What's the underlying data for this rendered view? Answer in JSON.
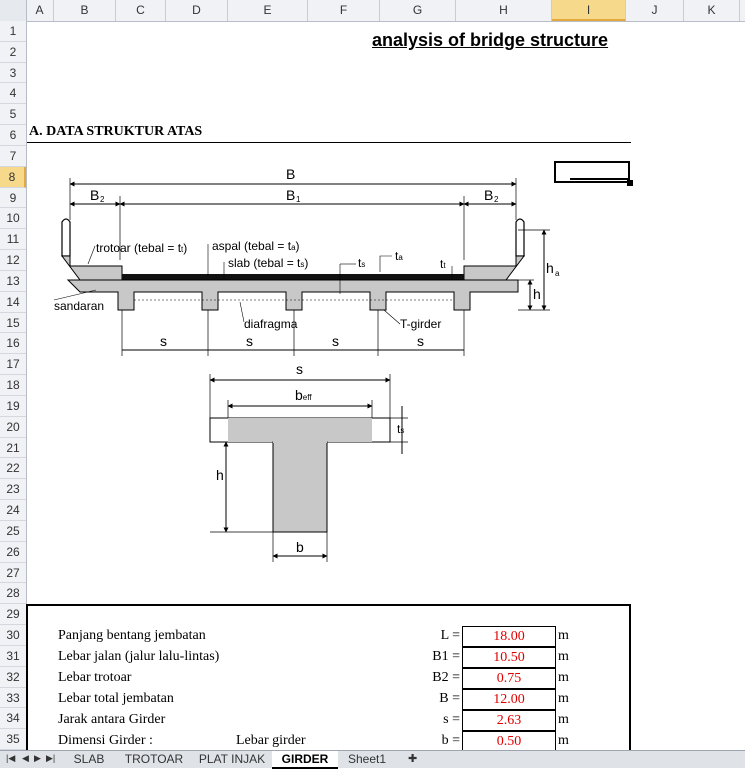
{
  "columns": [
    "A",
    "B",
    "C",
    "D",
    "E",
    "F",
    "G",
    "H",
    "I",
    "J",
    "K"
  ],
  "selected_column": "I",
  "rows": [
    "1",
    "2",
    "3",
    "4",
    "5",
    "6",
    "7",
    "8",
    "9",
    "10",
    "11",
    "12",
    "13",
    "14",
    "15",
    "16",
    "17",
    "18",
    "19",
    "20",
    "21",
    "22",
    "23",
    "24",
    "25",
    "26",
    "27",
    "28",
    "29",
    "30",
    "31",
    "32",
    "33",
    "34",
    "35"
  ],
  "selected_row": "8",
  "sheet": {
    "title": "analysis of bridge structure",
    "section_heading": "A. DATA STRUKTUR ATAS"
  },
  "diagram_labels": {
    "B": "B",
    "B1": "B",
    "B1_sub": "1",
    "B2_left": "B",
    "B2_right": "B",
    "B2_sub": "2",
    "trotoar": "trotoar (tebal = t",
    "trotoar_sub": "t",
    "trotoar_end": ")",
    "aspal": "aspal (tebal = t",
    "aspal_sub": "a",
    "aspal_end": ")",
    "slab": "slab (tebal = t",
    "slab_sub": "s",
    "slab_end": ")",
    "ts": "t",
    "ts_sub": "s",
    "ta": "t",
    "ta_sub": "a",
    "tt": "t",
    "tt_sub": "t",
    "ha": "h",
    "ha_sub": "a",
    "h": "h",
    "sandaran": "sandaran",
    "diafragma": "diafragma",
    "tgirder": "T-girder",
    "s": "s",
    "beff": "b",
    "beff_sub": "eff",
    "b": "b"
  },
  "table": [
    {
      "label": "Panjang bentang jembatan",
      "label2": "",
      "symbol": "L =",
      "value": "18.00",
      "unit": "m"
    },
    {
      "label": "Lebar jalan (jalur lalu-lintas)",
      "label2": "",
      "symbol": "B1 =",
      "value": "10.50",
      "unit": "m"
    },
    {
      "label": "Lebar trotoar",
      "label2": "",
      "symbol": "B2 =",
      "value": "0.75",
      "unit": "m"
    },
    {
      "label": "Lebar total jembatan",
      "label2": "",
      "symbol": "B =",
      "value": "12.00",
      "unit": "m"
    },
    {
      "label": "Jarak antara Girder",
      "label2": "",
      "symbol": "s =",
      "value": "2.63",
      "unit": "m"
    },
    {
      "label": "Dimensi Girder :",
      "label2": "Lebar girder",
      "symbol": "b =",
      "value": "0.50",
      "unit": "m"
    }
  ],
  "tabs": [
    {
      "label": "SLAB",
      "active": false
    },
    {
      "label": "TROTOAR",
      "active": false
    },
    {
      "label": "PLAT INJAK",
      "active": false
    },
    {
      "label": "GIRDER",
      "active": true
    },
    {
      "label": "Sheet1",
      "active": false
    }
  ],
  "nav_icons": [
    "first-sheet-icon",
    "prev-sheet-icon",
    "next-sheet-icon",
    "last-sheet-icon"
  ],
  "colors": {
    "value_red": "#e00000",
    "selection": "#f7d98b",
    "concrete": "#c8c8c8"
  }
}
